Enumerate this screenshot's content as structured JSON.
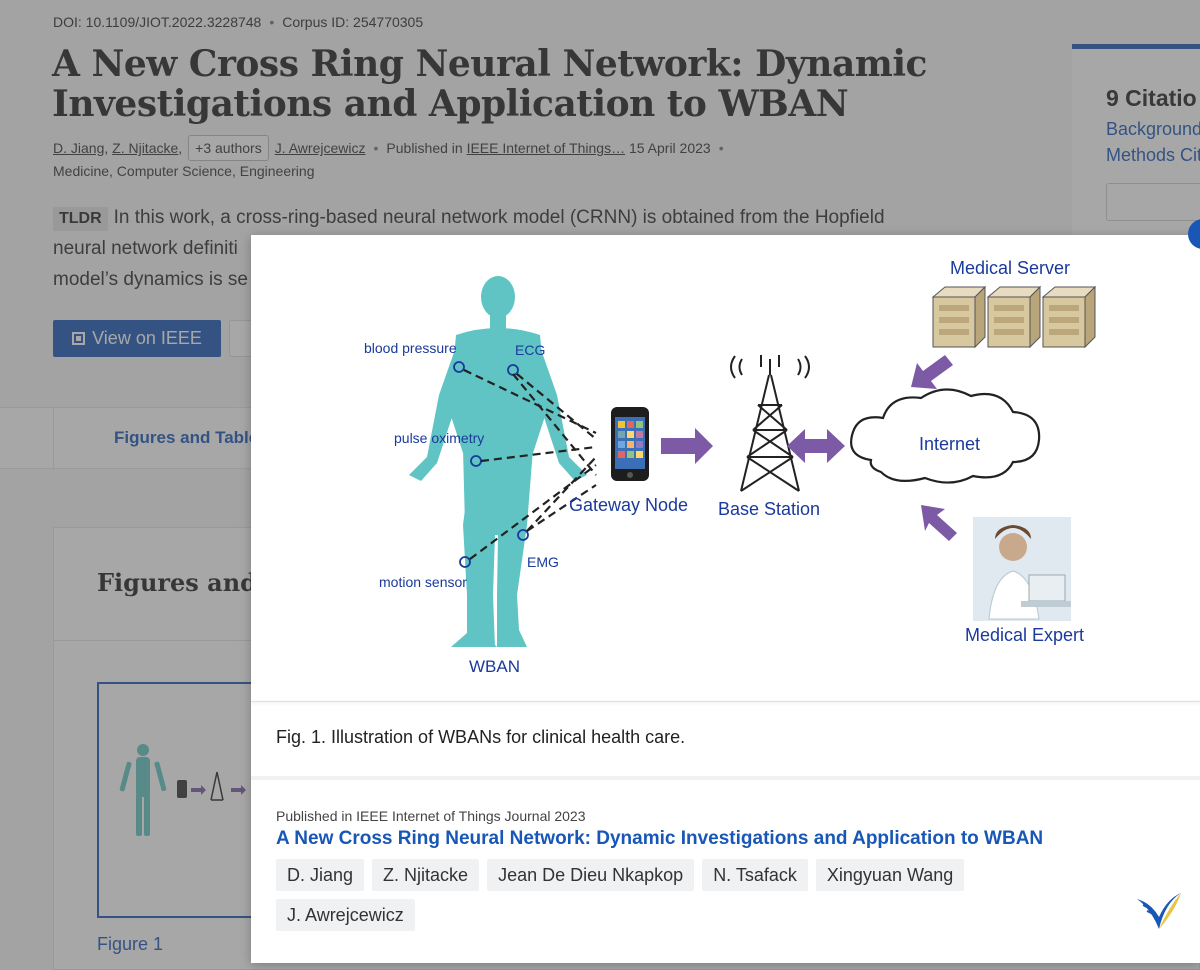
{
  "page": {
    "doi": "DOI: 10.1109/JIOT.2022.3228748",
    "corpus_id": "Corpus ID: 254770305",
    "title": "A New Cross Ring Neural Network: Dynamic Investigations and Application to WBAN",
    "authors": [
      "D. Jiang",
      "Z. Njitacke"
    ],
    "more_authors": "+3 authors",
    "last_author": "J. Awrejcewicz",
    "published_prefix": "Published in",
    "venue": "IEEE Internet of Things…",
    "date": "15 April 2023",
    "fields": "Medicine, Computer Science, Engineering",
    "tldr_label": "TLDR",
    "tldr_text": "In this work, a cross-ring-based neural network model (CRNN) is obtained from the Hopfield neural network definiti",
    "tldr_text_line3": "model’s dynamics is se",
    "view_button": "View on IEEE",
    "tab_figures": "Figures and Table",
    "section_title": "Figures and T",
    "thumb_label": "Figure 1",
    "citations_title": "9 Citatio",
    "citations_background": "Background",
    "citations_methods": "Methods Cit"
  },
  "figure": {
    "labels": {
      "blood_pressure": "blood pressure",
      "ecg": "ECG",
      "pulse_oximetry": "pulse oximetry",
      "emg": "EMG",
      "motion_sensor": "motion sensor",
      "wban": "WBAN",
      "gateway": "Gateway Node",
      "base_station": "Base Station",
      "internet": "Internet",
      "medical_server": "Medical Server",
      "medical_expert": "Medical Expert"
    },
    "colors": {
      "body": "#5fc4c3",
      "arrow": "#7d5aa6",
      "label_blue": "#1a3a9c"
    }
  },
  "modal": {
    "caption": "Fig. 1. Illustration of WBANs for clinical health care.",
    "published": "Published in IEEE Internet of Things Journal 2023",
    "paper_title": "A New Cross Ring Neural Network: Dynamic Investigations and Application to WBAN",
    "authors": [
      "D. Jiang",
      "Z. Njitacke",
      "Jean De Dieu Nkapkop",
      "N. Tsafack",
      "Xingyuan Wang",
      "J. Awrejcewicz"
    ],
    "logo_icon": "semantic-scholar-logo-icon"
  }
}
